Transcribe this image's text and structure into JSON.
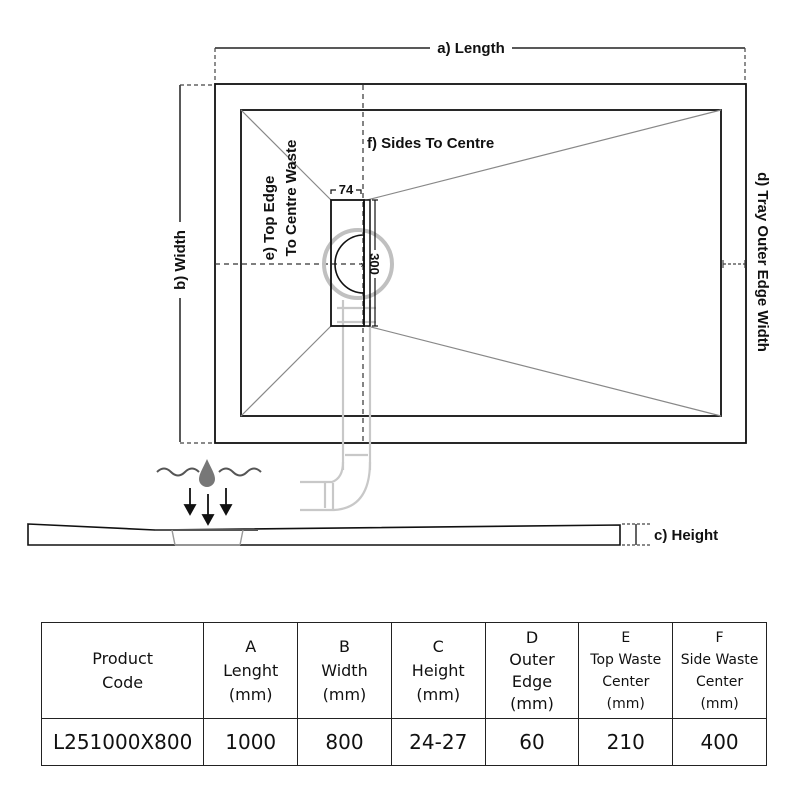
{
  "diagram": {
    "labels": {
      "length": "a) Length",
      "width": "b) Width",
      "height": "c) Height",
      "outer_edge": "d) Tray Outer Edge Width",
      "top_edge_line1": "e) Top Edge",
      "top_edge_line2": "To Centre Waste",
      "sides_to_centre": "f) Sides To Centre",
      "waste_width": "74",
      "waste_length": "300"
    },
    "icons": [
      "water-drop-icon",
      "down-arrow-icon",
      "wave-icon",
      "pipe-elbow-icon"
    ]
  },
  "table": {
    "headers": [
      {
        "lines": [
          "Product",
          "Code"
        ]
      },
      {
        "lines": [
          "A",
          "Lenght",
          "(mm)"
        ]
      },
      {
        "lines": [
          "B",
          "Width",
          "(mm)"
        ]
      },
      {
        "lines": [
          "C",
          "Height",
          "(mm)"
        ]
      },
      {
        "lines": [
          "D",
          "Outer",
          "Edge",
          "(mm)"
        ]
      },
      {
        "lines": [
          "E",
          "Top Waste",
          "Center",
          "(mm)"
        ]
      },
      {
        "lines": [
          "F",
          "Side Waste",
          "Center",
          "(mm)"
        ]
      }
    ],
    "rows": [
      [
        "L251000X800",
        "1000",
        "800",
        "24-27",
        "60",
        "210",
        "400"
      ]
    ]
  }
}
